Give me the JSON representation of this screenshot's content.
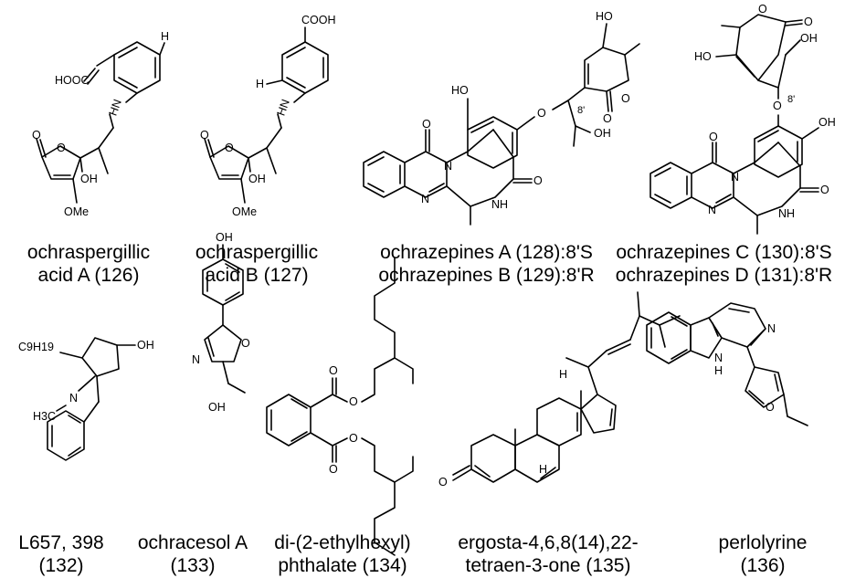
{
  "compounds": [
    {
      "id": "126",
      "caption_lines": [
        "ochraspergillic",
        "acid A (126)"
      ],
      "atom_labels": [
        "HOOC",
        "H",
        "HN",
        "O",
        "OH",
        "OMe"
      ]
    },
    {
      "id": "127",
      "caption_lines": [
        "ochraspergillic",
        "acid B (127)"
      ],
      "atom_labels": [
        "COOH",
        "H",
        "HN",
        "O",
        "OH",
        "OMe"
      ]
    },
    {
      "id": "128-129",
      "caption_lines": [
        "ochrazepines A (128):8'S",
        "ochrazepines B (129):8'R"
      ],
      "atom_labels": [
        "HO",
        "HO",
        "O",
        "8'",
        "O",
        "O",
        "OH",
        "O",
        "N",
        "N",
        "NH",
        "O"
      ]
    },
    {
      "id": "130-131",
      "caption_lines": [
        "ochrazepines C (130):8'S",
        "ochrazepines D (131):8'R"
      ],
      "atom_labels": [
        "O",
        "O",
        "HO",
        "OH",
        "O",
        "8'",
        "OH",
        "O",
        "N",
        "N",
        "NH",
        "O"
      ]
    },
    {
      "id": "132",
      "caption_lines": [
        "L657, 398",
        "(132)"
      ],
      "atom_labels": [
        "C9H19",
        "OH",
        "N",
        "H3C"
      ]
    },
    {
      "id": "133",
      "caption_lines": [
        "ochracesol A",
        "(133)"
      ],
      "atom_labels": [
        "OH",
        "O",
        "N",
        "OH"
      ]
    },
    {
      "id": "134",
      "caption_lines": [
        "di-(2-ethylhexyl)",
        "phthalate (134)"
      ],
      "atom_labels": [
        "O",
        "O",
        "O",
        "O"
      ]
    },
    {
      "id": "135",
      "caption_lines": [
        "ergosta-4,6,8(14),22-",
        "tetraen-3-one (135)"
      ],
      "atom_labels": [
        "H",
        "H",
        "O"
      ]
    },
    {
      "id": "136",
      "caption_lines": [
        "perlolyrine",
        "(136)"
      ],
      "atom_labels": [
        "N",
        "N",
        "H",
        "O"
      ]
    }
  ]
}
